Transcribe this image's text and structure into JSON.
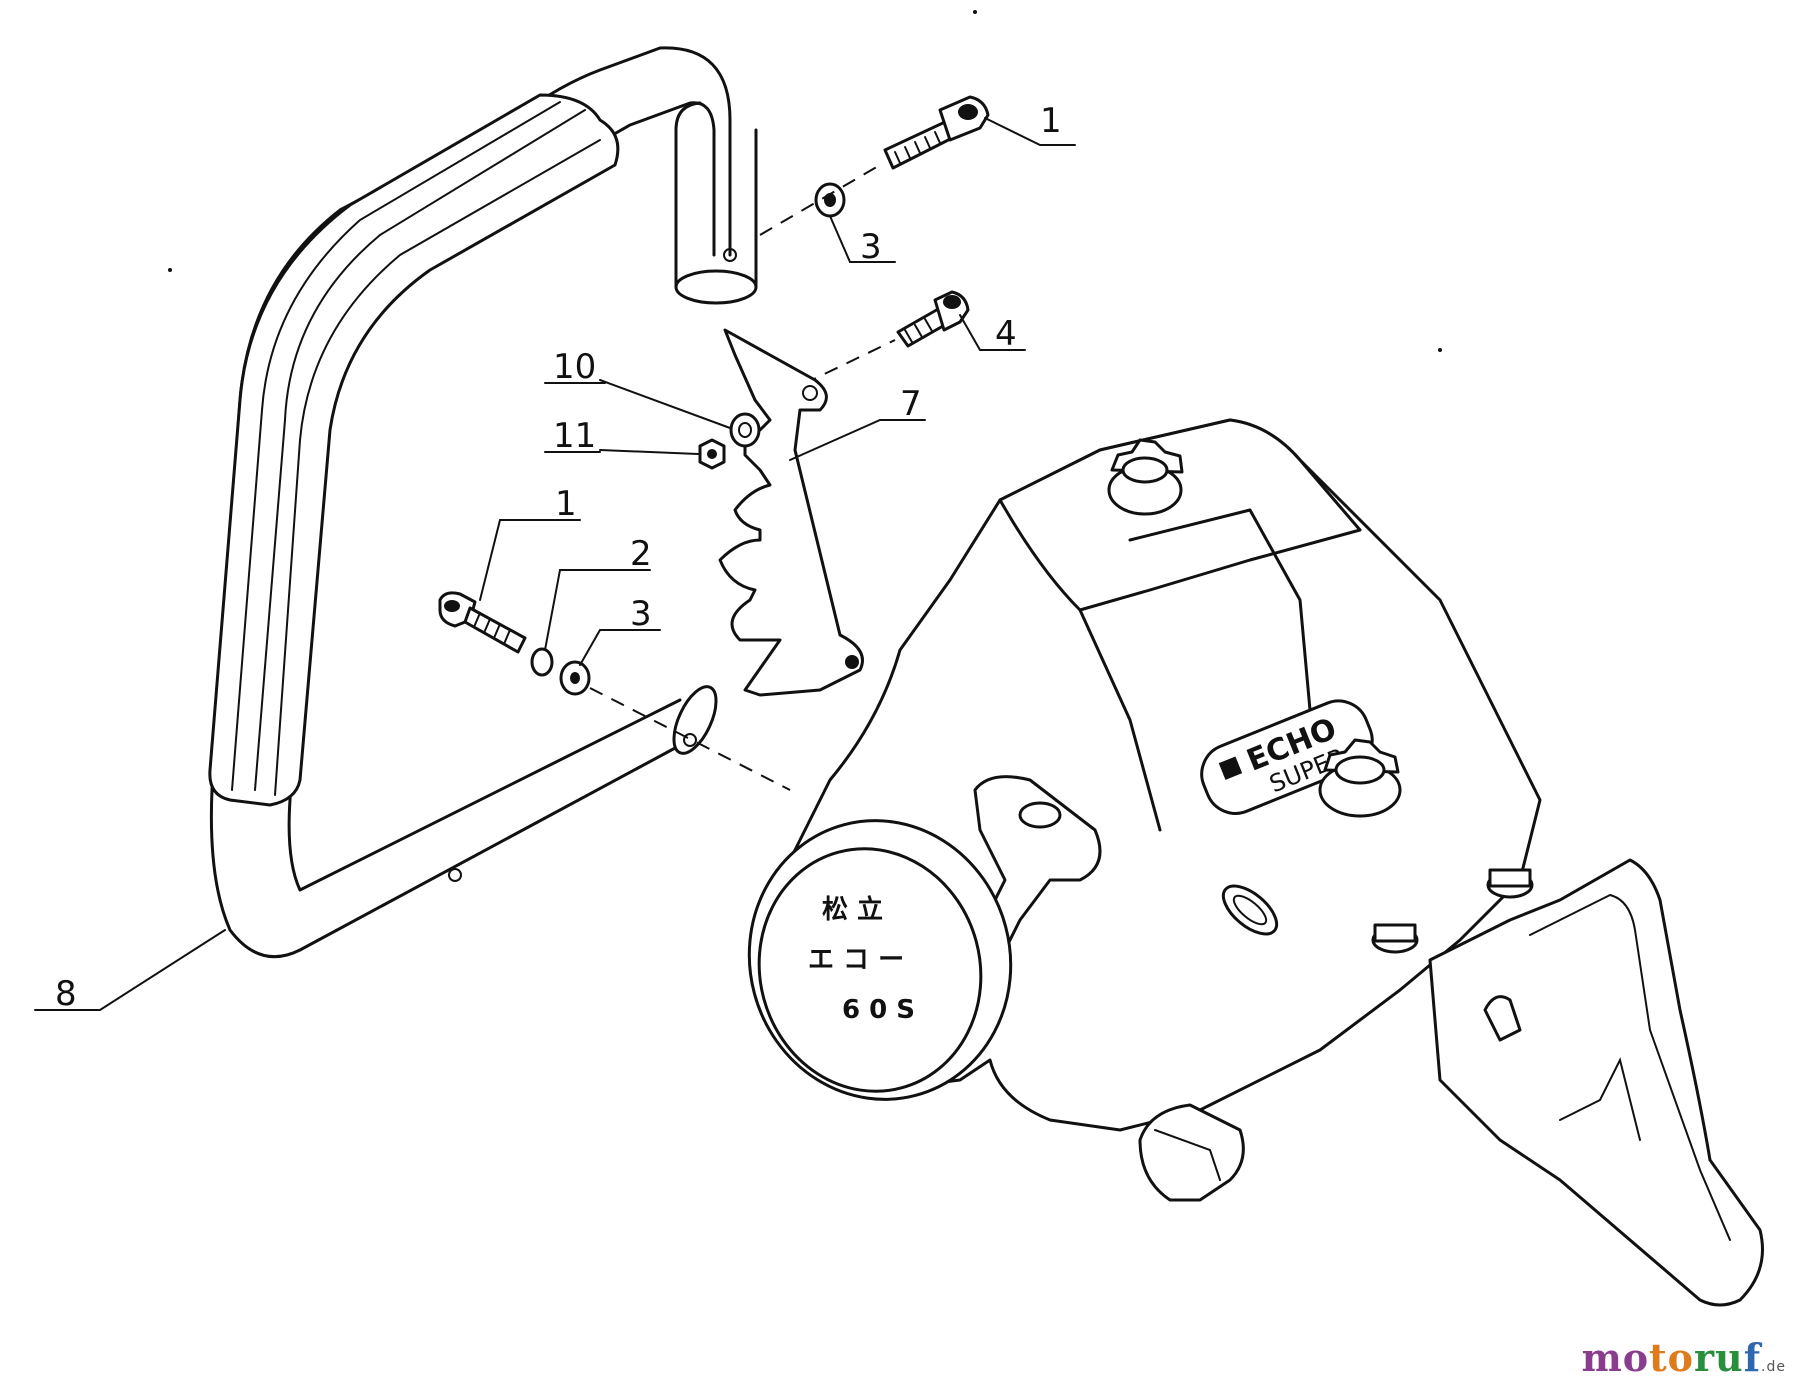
{
  "callouts": [
    "1",
    "3",
    "4",
    "10",
    "11",
    "7",
    "1",
    "2",
    "3",
    "8"
  ],
  "brand_plate": {
    "line1": "ECHO",
    "line2": "SUPER"
  },
  "starter_cover": {
    "top": "松 立",
    "middle": "エ コ ー",
    "bottom": "6 0 S"
  },
  "watermark": {
    "p1": "mo",
    "p2": "to",
    "p3": "ru",
    "p4": "f",
    "tld": ".de"
  }
}
